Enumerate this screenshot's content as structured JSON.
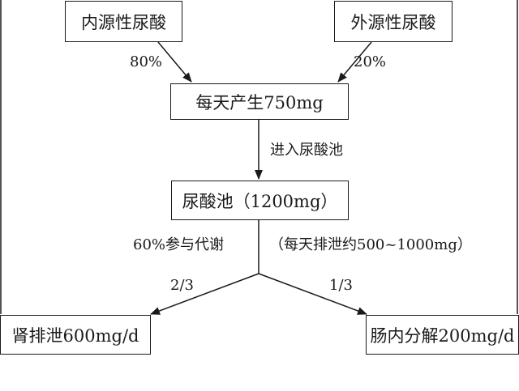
{
  "boxes": {
    "endogenous": "内源性尿酸",
    "exogenous": "外源性尿酸",
    "daily_production": "每天产生750mg",
    "uric_pool": "尿酸池（1200mg）",
    "renal": "肾排泄600mg/d",
    "intestinal": "肠内分解200mg/d"
  },
  "labels": {
    "endogenous_pct": "80%",
    "exogenous_pct": "20%",
    "enter_pool": "进入尿酸池",
    "metabolism": "60%参与代谢",
    "daily_excretion": "（每天排泄约500~1000mg）",
    "renal_fraction": "2/3",
    "intestinal_fraction": "1/3"
  },
  "colors": {
    "line": "#1a1a1a",
    "background": "#ffffff"
  }
}
